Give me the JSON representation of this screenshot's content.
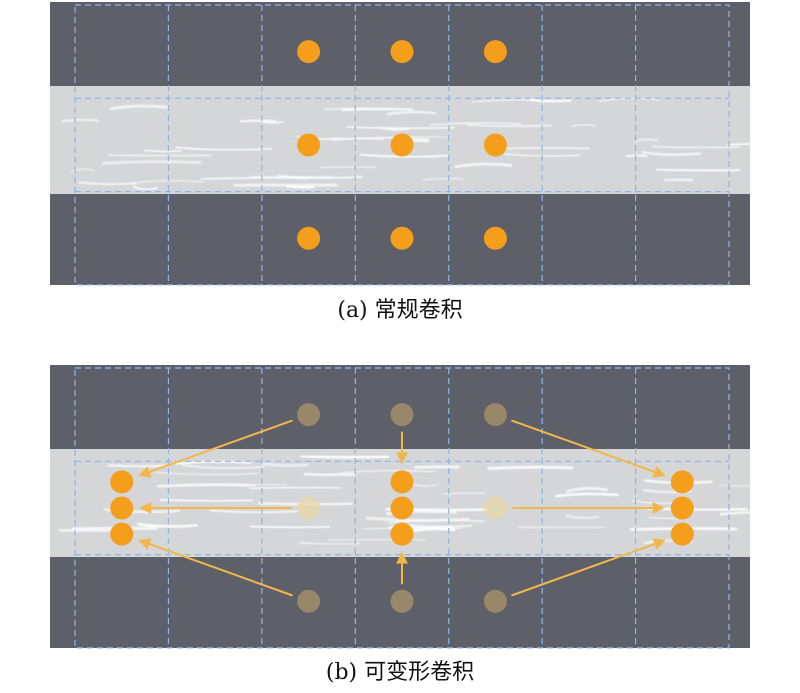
{
  "captions": {
    "a": "(a) 常规卷积",
    "b": "(b) 可变形卷积"
  },
  "colors": {
    "background_dark": "#5d6068",
    "strip_light": "#d4d6d8",
    "grid_dash": "#8fb5e8",
    "sample_point": "#f59e1c",
    "sample_point_faded": "#c9a96a",
    "arrow": "#f2b64a"
  },
  "grid": {
    "rows": 3,
    "cols": 7
  },
  "panel_a": {
    "sampling_points": [
      {
        "row": 0,
        "col": 2.5
      },
      {
        "row": 0,
        "col": 3.5
      },
      {
        "row": 0,
        "col": 4.5
      },
      {
        "row": 1,
        "col": 2.5
      },
      {
        "row": 1,
        "col": 3.5
      },
      {
        "row": 1,
        "col": 4.5
      },
      {
        "row": 2,
        "col": 2.5
      },
      {
        "row": 2,
        "col": 3.5
      },
      {
        "row": 2,
        "col": 4.5
      }
    ]
  },
  "panel_b": {
    "original_points": [
      {
        "row": 0,
        "col": 2.5
      },
      {
        "row": 0,
        "col": 3.5
      },
      {
        "row": 0,
        "col": 4.5
      },
      {
        "row": 1,
        "col": 2.5
      },
      {
        "row": 1,
        "col": 4.5
      },
      {
        "row": 2,
        "col": 2.5
      },
      {
        "row": 2,
        "col": 3.5
      },
      {
        "row": 2,
        "col": 4.5
      }
    ],
    "deformed_points": [
      {
        "name": "left-top",
        "row": 0.72,
        "col": 0.5
      },
      {
        "name": "left-mid",
        "row": 1.0,
        "col": 0.5
      },
      {
        "name": "left-bottom",
        "row": 1.28,
        "col": 0.5
      },
      {
        "name": "center-top",
        "row": 0.72,
        "col": 3.5
      },
      {
        "name": "center-mid",
        "row": 1.0,
        "col": 3.5
      },
      {
        "name": "center-bottom",
        "row": 1.28,
        "col": 3.5
      },
      {
        "name": "right-top",
        "row": 0.72,
        "col": 6.5
      },
      {
        "name": "right-mid",
        "row": 1.0,
        "col": 6.5
      },
      {
        "name": "right-bottom",
        "row": 1.28,
        "col": 6.5
      }
    ],
    "offset_arrows": [
      {
        "from": [
          0,
          2.5
        ],
        "to": [
          0.72,
          0.5
        ]
      },
      {
        "from": [
          1,
          2.5
        ],
        "to": [
          1.0,
          0.5
        ]
      },
      {
        "from": [
          2,
          2.5
        ],
        "to": [
          1.28,
          0.5
        ]
      },
      {
        "from": [
          0,
          3.5
        ],
        "to": [
          0.72,
          3.5
        ]
      },
      {
        "from": [
          2,
          3.5
        ],
        "to": [
          1.28,
          3.5
        ]
      },
      {
        "from": [
          0,
          4.5
        ],
        "to": [
          0.72,
          6.5
        ]
      },
      {
        "from": [
          1,
          4.5
        ],
        "to": [
          1.0,
          6.5
        ]
      },
      {
        "from": [
          2,
          4.5
        ],
        "to": [
          1.28,
          6.5
        ]
      }
    ]
  }
}
